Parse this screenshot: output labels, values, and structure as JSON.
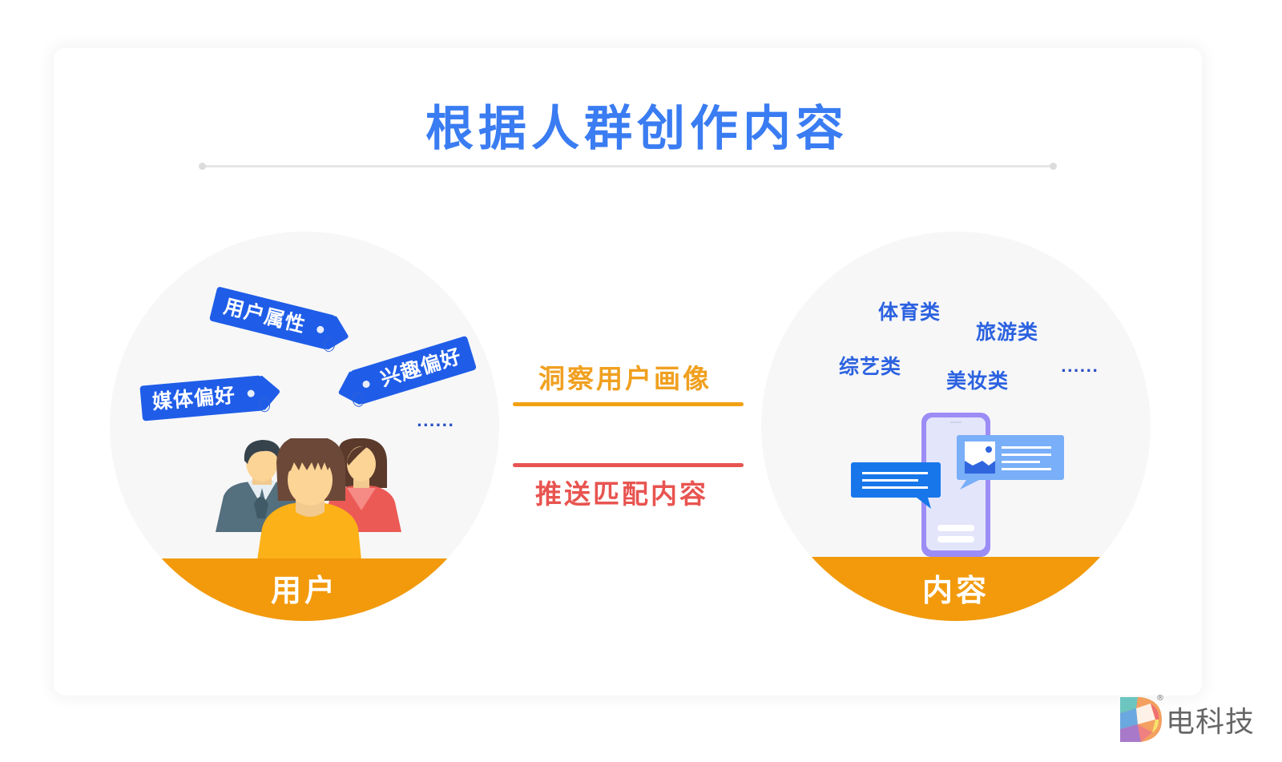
{
  "title": "根据人群创作内容",
  "colors": {
    "title_blue": "#3a7cf2",
    "tag_blue": "#1f5de8",
    "band_orange": "#f29a0c",
    "insight_orange": "#f0a020",
    "push_red": "#e85450",
    "category_blue": "#2c62e0"
  },
  "left_circle": {
    "label": "用户",
    "tags": [
      {
        "label": "用户属性"
      },
      {
        "label": "媒体偏好"
      },
      {
        "label": "兴趣偏好"
      }
    ],
    "more": "......",
    "icon": "people-group-icon"
  },
  "middle": {
    "top_label": "洞察用户画像",
    "bottom_label": "推送匹配内容"
  },
  "right_circle": {
    "label": "内容",
    "categories": [
      {
        "label": "体育类"
      },
      {
        "label": "旅游类"
      },
      {
        "label": "综艺类"
      },
      {
        "label": "美妆类"
      }
    ],
    "more": "......",
    "icon": "phone-messages-icon"
  },
  "watermark": {
    "text": "电科技",
    "registered": "®"
  }
}
